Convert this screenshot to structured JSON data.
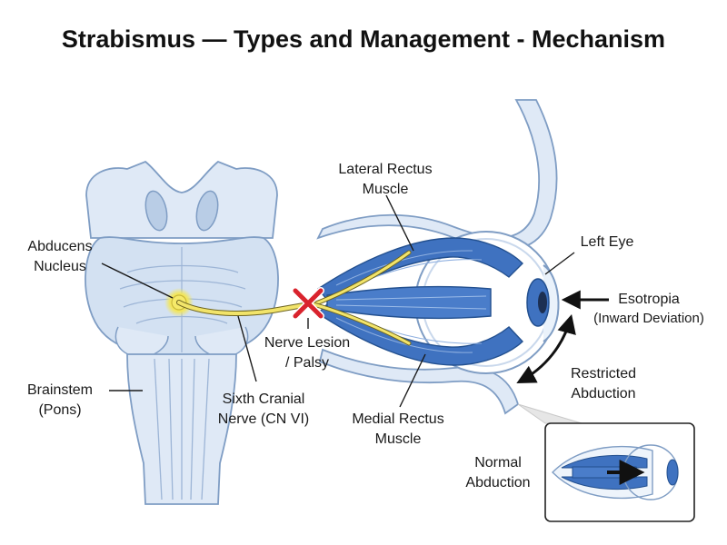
{
  "title": "Strabismus — Types and Management - Mechanism",
  "labels": {
    "abducens_nucleus": [
      "Abducens",
      "Nucleus"
    ],
    "brainstem": [
      "Brainstem",
      "(Pons)"
    ],
    "sixth_nerve": [
      "Sixth Cranial",
      "Nerve (CN VI)"
    ],
    "nerve_lesion": [
      "Nerve Lesion",
      "/ Palsy"
    ],
    "lateral_rectus": [
      "Lateral Rectus",
      "Muscle"
    ],
    "medial_rectus": [
      "Medial Rectus",
      "Muscle"
    ],
    "left_eye": "Left Eye",
    "esotropia": [
      "Esotropia",
      "(Inward Deviation)"
    ],
    "restricted_abduction": [
      "Restricted",
      "Abduction"
    ],
    "normal_abduction": [
      "Normal",
      "Abduction"
    ]
  },
  "colors": {
    "tissue_fill": "#dfe9f6",
    "tissue_stroke": "#7f9dc4",
    "muscle": "#3f72c0",
    "nerve": "#f2e46a",
    "lesion": "#d9232d",
    "ink": "#1a1a1a"
  }
}
